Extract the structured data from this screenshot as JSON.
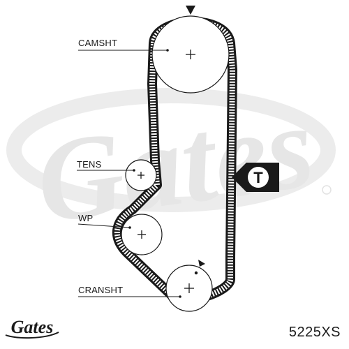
{
  "labels": {
    "camshaft": "CAMSHT",
    "tensioner": "TENS",
    "water_pump": "WP",
    "crankshaft": "CRANSHT",
    "tension_badge": "T"
  },
  "brand": {
    "watermark_text": "Gates",
    "watermark_color": "#e8e8e8",
    "logo_text": "Gates"
  },
  "part_number": "5225XS",
  "colors": {
    "belt": "#1a1a1a",
    "watermark": "#e8e8e8"
  }
}
